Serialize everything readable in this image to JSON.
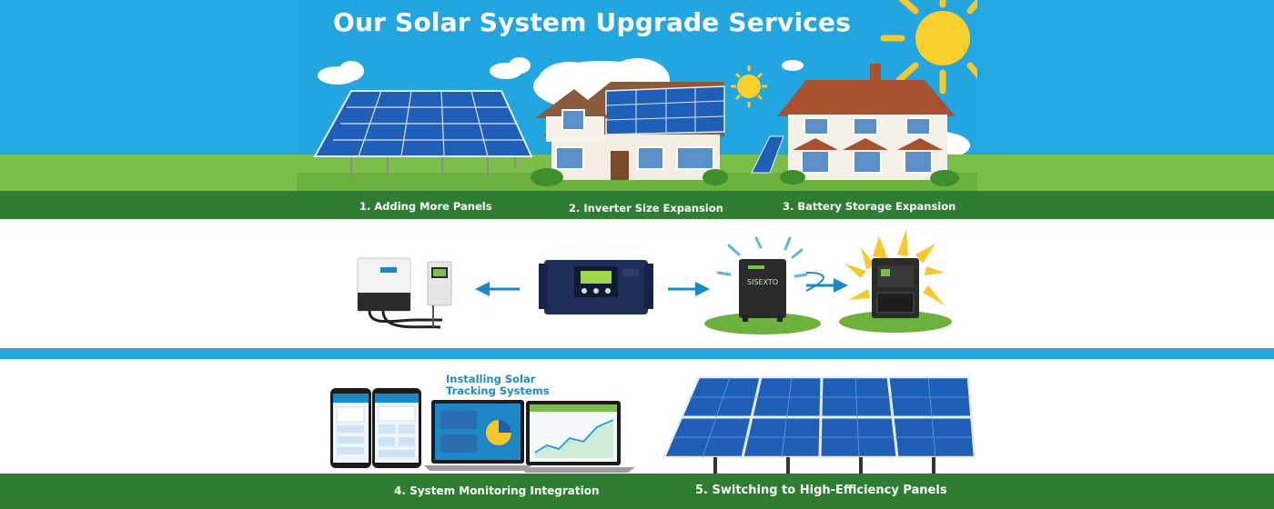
{
  "title": "Our Solar System Upgrade Services",
  "services": [
    {
      "label": "1. Adding More Panels"
    },
    {
      "label": "2. Inverter Size Expansion"
    },
    {
      "label": "3. Battery Storage Expansion"
    },
    {
      "label": "4. System Monitoring Integration"
    },
    {
      "label": "5. Switching to High-Efficiency Panels"
    }
  ],
  "tracking_caption": "Installing Solar Tracking Systems",
  "battery_label": "SISEXTO",
  "colors": {
    "sky": "#22a7e2",
    "grass": "#7bbf4a",
    "banner_green": "#2e7d32",
    "arrow_blue": "#1e88c7",
    "panel_blue": "#1f5fb8",
    "sun": "#f7c72b"
  }
}
